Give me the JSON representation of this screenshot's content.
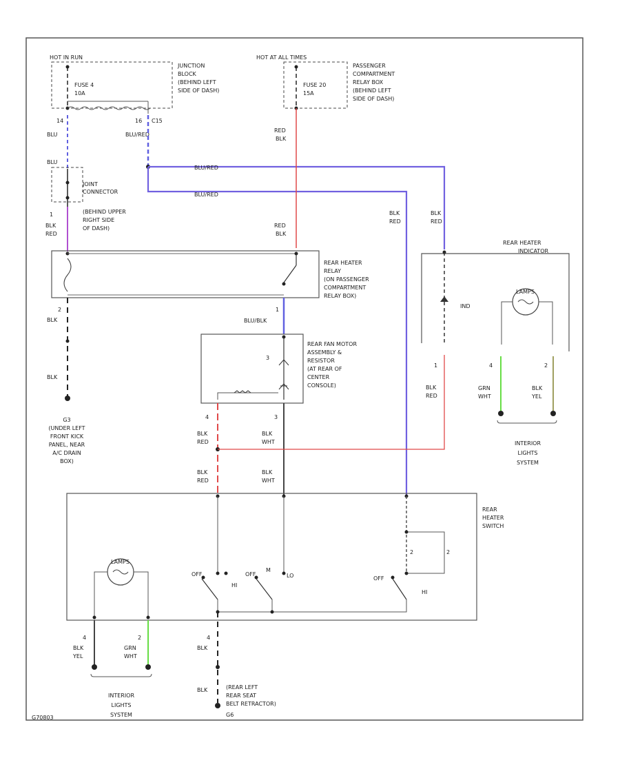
{
  "colors": {
    "blu_red": "#7060e0",
    "red_blk": "#e04848",
    "blk_red": "#e04848",
    "grn_wht": "#66dd44",
    "blk_yel": "#a0a060",
    "blk": "#222222",
    "blk_wht": "#444444"
  },
  "power": {
    "hot_run": "HOT IN RUN",
    "hot_all": "HOT AT ALL TIMES",
    "fuse_a": "FUSE 4",
    "fuse_a_amp": "10A",
    "fuse_b": "FUSE 20",
    "fuse_b_amp": "15A",
    "junction_block": [
      "JUNCTION",
      "BLOCK",
      "(BEHIND LEFT",
      "SIDE OF DASH)"
    ],
    "relay_box": [
      "PASSENGER",
      "COMPARTMENT",
      "RELAY BOX",
      "(BEHIND LEFT",
      "SIDE OF DASH)"
    ]
  },
  "wires": {
    "blu": "BLU",
    "blu_red": "BLU/RED",
    "red_blk_top": "RED",
    "red_blk_bot": "BLK",
    "blk_red_top": "BLK",
    "blk_red_bot": "RED",
    "blk": "BLK",
    "blk_wht_top": "BLK",
    "blk_wht_bot": "WHT",
    "grn": "GRN",
    "wht": "WHT",
    "blk_yel_top": "BLK",
    "blk_yel_bot": "YEL",
    "blu_blk": "BLU/BLK"
  },
  "pins": {
    "p14": "14",
    "p16": "16",
    "c15": "C15",
    "p1": "1",
    "p2": "2",
    "p3": "3",
    "p4": "4"
  },
  "joint_connector": [
    "JOINT",
    "CONNECTOR",
    "(BEHIND UPPER",
    "RIGHT SIDE",
    "OF DASH)"
  ],
  "relay": [
    "REAR HEATER",
    "RELAY",
    "(ON PASSENGER",
    "COMPARTMENT",
    "RELAY BOX)"
  ],
  "motor": [
    "REAR FAN MOTOR",
    "ASSEMBLY &",
    "RESISTOR",
    "(AT REAR OF",
    "CENTER",
    "CONSOLE)"
  ],
  "indicator": [
    "REAR HEATER",
    "INDICATOR"
  ],
  "switch": [
    "REAR",
    "HEATER",
    "SWITCH"
  ],
  "ground_left": [
    "G3",
    "(UNDER LEFT",
    "FRONT KICK",
    "PANEL, NEAR",
    "A/C DRAIN",
    "BOX)"
  ],
  "ground_bottom": [
    "(REAR LEFT",
    "REAR SEAT",
    "BELT RETRACTOR)",
    "G6"
  ],
  "interior_lights": [
    "INTERIOR",
    "LIGHTS",
    "SYSTEM"
  ],
  "lamp": "LAMPS",
  "sw_labels": {
    "off": "OFF",
    "lo": "LO",
    "hi": "HI",
    "m": "M"
  },
  "led": "IND",
  "footer_code": "G70803"
}
